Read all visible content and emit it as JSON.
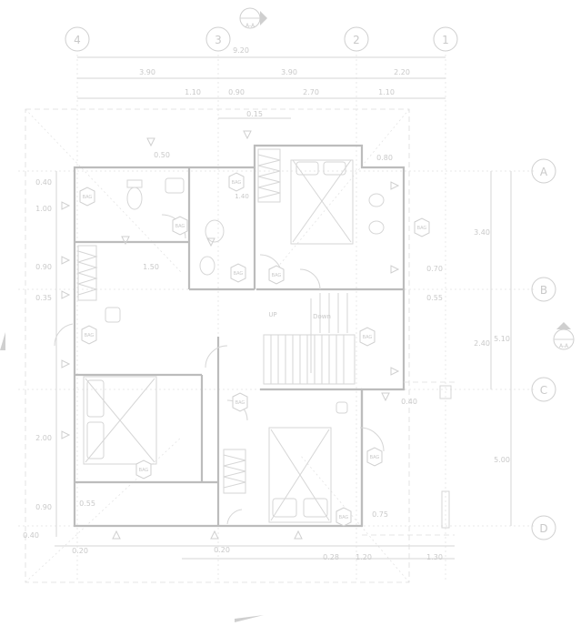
{
  "grid": {
    "columns": [
      "4",
      "3",
      "2",
      "1"
    ],
    "rows": [
      "A",
      "B",
      "C",
      "D"
    ]
  },
  "section_mark": {
    "top": "A-A",
    "right": "A-A"
  },
  "dimensions": {
    "overall_top": "9.20",
    "top_row2": [
      "3.90",
      "3.90",
      "2.20"
    ],
    "top_row3": [
      "1.10",
      "0.90",
      "2.70",
      "1.10"
    ],
    "top_small": "0.15",
    "top_left_small": "0.50",
    "right_small": "0.80",
    "right_chain": [
      "3.40",
      "2.40"
    ],
    "right_overall": "5.10",
    "right_lower": "5.00",
    "right_inner": [
      "0.70",
      "0.55",
      "0.40"
    ],
    "left_chain": [
      "0.40",
      "1.00",
      "0.90",
      "0.35",
      "2.00",
      "0.90",
      "0.55",
      "0.40"
    ],
    "bottom_chain": [
      "0.20",
      "0.20",
      "0.28",
      "1.20",
      "1.30"
    ],
    "inner_1_50": "1.50",
    "inner_0_75": "0.75",
    "inner_1_40": "1.40"
  },
  "labels": {
    "down": "Down",
    "stair_up": "UP",
    "room_tags": [
      "BAG",
      "BAG",
      "BAG",
      "BAG",
      "BAG",
      "BAG",
      "BAG",
      "BAG",
      "BAG",
      "BAG",
      "BAG",
      "BAG"
    ]
  }
}
